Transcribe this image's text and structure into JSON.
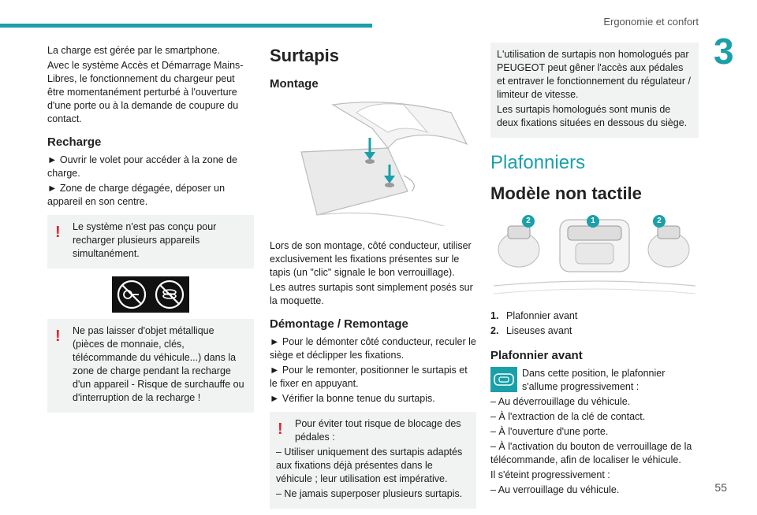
{
  "header": {
    "section": "Ergonomie et confort",
    "chapter": "3"
  },
  "col1": {
    "intro": [
      "La charge est gérée par le smartphone.",
      "Avec le système Accès et Démarrage Mains-Libres, le fonctionnement du chargeur peut être momentanément perturbé à l'ouverture d'une porte ou à la demande de coupure du contact."
    ],
    "recharge_title": "Recharge",
    "steps": [
      "Ouvrir le volet pour accéder à la zone de charge.",
      "Zone de charge dégagée, déposer un appareil en son centre."
    ],
    "warn1": "Le système n'est pas conçu pour recharger plusieurs appareils simultanément.",
    "warn2": "Ne pas laisser d'objet métallique (pièces de monnaie, clés, télécommande du véhicule...) dans la zone de charge pendant la recharge d'un appareil - Risque de surchauffe ou d'interruption de la recharge !"
  },
  "col2": {
    "title": "Surtapis",
    "montage_title": "Montage",
    "montage_text": [
      "Lors de son montage, côté conducteur, utiliser exclusivement les fixations présentes sur le tapis (un \"clic\" signale le bon verrouillage).",
      "Les autres surtapis sont simplement posés sur la moquette."
    ],
    "demontage_title": "Démontage / Remontage",
    "steps": [
      "Pour le démonter côté conducteur, reculer le siège et déclipper les fixations.",
      "Pour le remonter, positionner le surtapis et le fixer en appuyant.",
      "Vérifier la bonne tenue du surtapis."
    ],
    "warn_intro": "Pour éviter tout risque de blocage des pédales :",
    "warn_items": [
      "– Utiliser uniquement des surtapis adaptés aux fixations déjà présentes dans le véhicule ; leur utilisation est impérative.",
      "– Ne jamais superposer plusieurs surtapis."
    ]
  },
  "col3": {
    "info_box": [
      "L'utilisation de surtapis non homologués par PEUGEOT peut gêner l'accès aux pédales et entraver le fonctionnement du régulateur / limiteur de vitesse.",
      "Les surtapis homologués sont munis de deux fixations situées en dessous du siège."
    ],
    "title": "Plafonniers",
    "subtitle": "Modèle non tactile",
    "callouts": [
      "2",
      "1",
      "2"
    ],
    "list": [
      {
        "num": "1.",
        "text": "Plafonnier avant"
      },
      {
        "num": "2.",
        "text": "Liseuses avant"
      }
    ],
    "plafonnier_title": "Plafonnier avant",
    "plafonnier_intro": "Dans cette position, le plafonnier s'allume progressivement :",
    "on_items": [
      "– Au déverrouillage du véhicule.",
      "– À l'extraction de la clé de contact.",
      "– À l'ouverture d'une porte.",
      "– À l'activation du bouton de verrouillage de la télécommande, afin de localiser le véhicule."
    ],
    "off_intro": "Il s'éteint progressivement :",
    "off_items": [
      "– Au verrouillage du véhicule."
    ]
  },
  "footer": {
    "page": "55"
  },
  "colors": {
    "accent": "#1aa0a8",
    "warning": "#e0262d",
    "box_bg": "#f1f2f2"
  }
}
